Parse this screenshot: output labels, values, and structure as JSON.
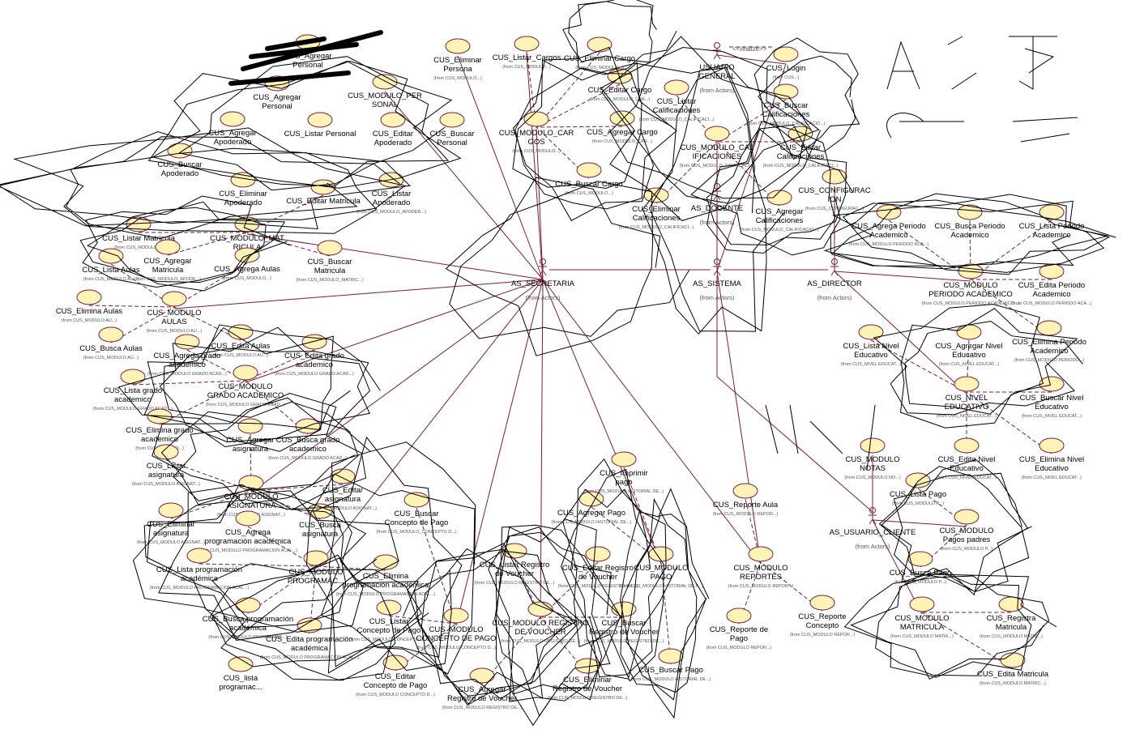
{
  "actors": {
    "secretaria": {
      "name": "AS_SECRETARIA",
      "from": "(from Actors)"
    },
    "sistema": {
      "name": "AS_SISTEMA",
      "from": "(from Actors)"
    },
    "director": {
      "name": "AS_DIRECTOR",
      "from": "(from Actors)"
    },
    "docente": {
      "name": "AS_DOCENTE",
      "from": "(from Actors)"
    },
    "usuario_general": {
      "name": "USUARIO GENERAL",
      "from": "(from Actors)"
    },
    "usuario_cliente": {
      "name": "AS_USUARIO_CLIENTE",
      "from": "(from Actors)"
    }
  },
  "stereotype": "<<realize>>",
  "use_cases": [
    {
      "id": "personal",
      "l1": "CUS_Agregar",
      "l2": "Personal",
      "from": ""
    },
    {
      "id": "eliminar_persona",
      "l1": "CUS_Eliminar",
      "l2": "Persona",
      "from": "(from CUS_MODULO...)"
    },
    {
      "id": "listar_cargos",
      "l1": "CUS_Listar_Cargos",
      "l2": "",
      "from": "(from CUS_MODULO...)"
    },
    {
      "id": "eliminar_cargo",
      "l1": "CUS_Eliminar Cargo",
      "l2": "",
      "from": "(from CUS_MODULO...)"
    },
    {
      "id": "editar_cargo",
      "l1": "CUS_Editar Cargo",
      "l2": "",
      "from": "(from CUS_MODULO_CAR...)"
    },
    {
      "id": "agregar_cargo",
      "l1": "CUS_Agregar Cargo",
      "l2": "",
      "from": "(from CUS_MODULO_CAR...)"
    },
    {
      "id": "modulo_cargos",
      "l1": "CUS_MODULO_CAR",
      "l2": "GOS",
      "from": "(from CUS_MODULO...)"
    },
    {
      "id": "buscar_cargo",
      "l1": "CUS_Buscar Cargo",
      "l2": "",
      "from": "(from CUS_MODULO...)"
    },
    {
      "id": "modulo_personal",
      "l1": "CUS_MODULO_PER",
      "l2": "SONAL",
      "from": ""
    },
    {
      "id": "agregar_personal2",
      "l1": "CUS_Agregar",
      "l2": "Personal",
      "from": ""
    },
    {
      "id": "agregar_apoderado",
      "l1": "CUS_Agregar",
      "l2": "Apoderado",
      "from": ""
    },
    {
      "id": "listar_personal",
      "l1": "CUS_Listar Personal",
      "l2": "",
      "from": ""
    },
    {
      "id": "editar_apoderado",
      "l1": "CUS_Editar",
      "l2": "Apoderado",
      "from": ""
    },
    {
      "id": "buscar_personal",
      "l1": "CUS_Buscar",
      "l2": "Personal",
      "from": ""
    },
    {
      "id": "buscar_apoderado",
      "l1": "CUS_Buscar",
      "l2": "Apoderado",
      "from": ""
    },
    {
      "id": "eliminar_apoderado",
      "l1": "CUS_Eliminar",
      "l2": "Apoderado",
      "from": ""
    },
    {
      "id": "editar_matricula_sec",
      "l1": "CUS_Editar Matricula",
      "l2": "",
      "from": ""
    },
    {
      "id": "listar_apoderado",
      "l1": "CUS_Listar",
      "l2": "Apoderado",
      "from": "(from CUS_MODULO_APODER...)"
    },
    {
      "id": "listar_matricula",
      "l1": "CUS_Listar Matricula",
      "l2": "",
      "from": "(from CUS_MODULO...)"
    },
    {
      "id": "modulo_matricula",
      "l1": "CUS_MODULO_MAT",
      "l2": "RICULA",
      "from": ""
    },
    {
      "id": "agregar_matricula",
      "l1": "CUS_Agregar",
      "l2": "Matricula",
      "from": "(from CUS_MODULO_APODE...)"
    },
    {
      "id": "agrega_aulas",
      "l1": "CUS_Agrega Aulas",
      "l2": "",
      "from": "(from CUS_MODULO...)"
    },
    {
      "id": "buscar_matricula",
      "l1": "CUS_Buscar",
      "l2": "Matricula",
      "from": "(from CUS_MODULO_MATRIC...)"
    },
    {
      "id": "lista_aulas",
      "l1": "CUS_Lista Aulas",
      "l2": "",
      "from": "(from CUS_MODULO AU...)"
    },
    {
      "id": "elimina_aulas",
      "l1": "CUS_Elimina Aulas",
      "l2": "",
      "from": "(from CUS_MODULO AU...)"
    },
    {
      "id": "modulo_aulas",
      "l1": "CUS_MODULO",
      "l2": "AULAS",
      "from": "(from CUS_MODULO AU...)"
    },
    {
      "id": "busca_aulas",
      "l1": "CUS_Busca Aulas",
      "l2": "",
      "from": "(from CUS_MODULO AU...)"
    },
    {
      "id": "edita_aulas",
      "l1": "CUS_Edita Aulas",
      "l2": "",
      "from": "(from CUS_MODULO AU...)"
    },
    {
      "id": "agrega_grado",
      "l1": "CUS_Agrega grado",
      "l2": "academico",
      "from": "(from CUS_MODULO GRADO ACAD...)"
    },
    {
      "id": "edita_grado",
      "l1": "CUS_Edita grado",
      "l2": "academico",
      "from": "(from CUS_MODULO GRADO ACAD...)"
    },
    {
      "id": "lista_grado",
      "l1": "CUS_Lista grado",
      "l2": "academico",
      "from": "(from CUS_MODULO GRADO ACAD...)"
    },
    {
      "id": "modulo_grado",
      "l1": "CUS_MODULO",
      "l2": "GRADO ACADEMICO",
      "from": "(from CUS_MODULO GRADO ACAD...)"
    },
    {
      "id": "elimina_grado",
      "l1": "CUS_Elimina grado",
      "l2": "academico",
      "from": "(from CUS_MODULO...)"
    },
    {
      "id": "busca_grado",
      "l1": "CUS_Busca grado",
      "l2": "academico",
      "from": "(from CUS_MODULO GRADO ACAD...)"
    },
    {
      "id": "agregar_asignatura",
      "l1": "CUS_Agregar",
      "l2": "asignatura",
      "from": ""
    },
    {
      "id": "listar_asignatura",
      "l1": "CUS_Listar",
      "l2": "asignatura",
      "from": "(from CUS_MODULO ASIGNAT...)"
    },
    {
      "id": "modulo_asignatura",
      "l1": "CUS_MODULO",
      "l2": "ASIGNATURA",
      "from": "(from CUS_MODULO ASIGNAT...)"
    },
    {
      "id": "editar_asignatura",
      "l1": "CUS_Editar",
      "l2": "asignatura",
      "from": "(from CUS_MODULO ASIGNAT...)"
    },
    {
      "id": "eliminar_asignatura",
      "l1": "CUS_Eliminar",
      "l2": "asignatura",
      "from": "(from CUS_MODULO ASIGNAT...)"
    },
    {
      "id": "agrega_prog",
      "l1": "CUS_Agrega",
      "l2": "programación académica",
      "from": "(from CUS_MODULO PROGRAMACION ACAL...)"
    },
    {
      "id": "busca_asignatura",
      "l1": "CUS_Busca",
      "l2": "asignatura",
      "from": ""
    },
    {
      "id": "lista_prog",
      "l1": "CUS_Lista programación",
      "l2": "académica",
      "from": "(from CUS_MODULO PROGRAMACION ACAL...)"
    },
    {
      "id": "modulo_prog",
      "l1": "CUS_MODULO",
      "l2": "PROGRAMAC...",
      "from": ""
    },
    {
      "id": "elimina_prog",
      "l1": "CUS_Elimina",
      "l2": "programación académica",
      "from": "(from CUS_MODULO PROGRAMACION ACAL...)"
    },
    {
      "id": "busca_prog",
      "l1": "CUS_Busca programación",
      "l2": "académica",
      "from": "(from CUS_MODULO PROGRAMAC...)"
    },
    {
      "id": "edita_prog",
      "l1": "CUS_Edita programación",
      "l2": "académica",
      "from": "(from CUS_MODULO PROGRAMACION ACAL...)"
    },
    {
      "id": "lista_prog2",
      "l1": "CUS_lista",
      "l2": "programac...",
      "from": ""
    },
    {
      "id": "buscar_concepto",
      "l1": "CUS_Buscar",
      "l2": "Concepto de Pago",
      "from": "(from CUS_MODULO_CONCEPTO D...)"
    },
    {
      "id": "listar_concepto",
      "l1": "CUS_Listar",
      "l2": "Concepto de Pago",
      "from": "(from CUS_MODULO CONCEPTO D...)"
    },
    {
      "id": "modulo_concepto",
      "l1": "CUS_MODULO",
      "l2": "CONCEPTO DE PAGO",
      "from": "(from CUS_MODULO CONCEPTO D...)"
    },
    {
      "id": "editar_concepto",
      "l1": "CUS_Editar",
      "l2": "Concepto de Pago",
      "from": "(from CUS_MODULO CONCEPTO D...)"
    },
    {
      "id": "listar_registro",
      "l1": "CUS_Listar Registro",
      "l2": "de Voucher",
      "from": "(from CUS_MODULO REGISTRO DE...)"
    },
    {
      "id": "editar_registro",
      "l1": "CUS_Editar Registro",
      "l2": "de Voucher",
      "from": "(from CUS_MODULO REGISTRO DE...)"
    },
    {
      "id": "modulo_registro",
      "l1": "CUS_MODULO REGISTRO",
      "l2": "DE VOUCHER",
      "from": "(from CUS_MODULO REGISTRO DE...)"
    },
    {
      "id": "buscar_registro",
      "l1": "CUS_Buscar",
      "l2": "Registro de Voucher",
      "from": "(from CUS_MODULO REGISTRO DE...)"
    },
    {
      "id": "agregar_registro",
      "l1": "CUS_Agregar",
      "l2": "Registro de Voucher",
      "from": "(from CUS_MODULO REGISTRO DE...)"
    },
    {
      "id": "eliminar_registro",
      "l1": "CUS_Eliminar",
      "l2": "Registro de Voucher",
      "from": "(from CUS_MODULO REGISTRO DE...)"
    },
    {
      "id": "imprimir_pago",
      "l1": "CUS_Imprimir",
      "l2": "pago",
      "from": "(from CUS_MODULO HISTORIAL DE...)"
    },
    {
      "id": "agregar_pago",
      "l1": "CUS_Agregar  Pago",
      "l2": "",
      "from": "(from CUS_MODULO HISTORIAL DE...)"
    },
    {
      "id": "modulo_pago",
      "l1": "CUS_MODULO",
      "l2": "PAGO",
      "from": "(from CUS_MODULO HISTORIAL DE P...)"
    },
    {
      "id": "buscar_pago",
      "l1": "CUS_Buscar Pago",
      "l2": "",
      "from": "(from CUS_MODULO HISTORIAL DE...)"
    },
    {
      "id": "reporte_aula",
      "l1": "CUS_Reporte Aula",
      "l2": "",
      "from": "(from CUS_MODULO REPOR...)"
    },
    {
      "id": "modulo_reportes",
      "l1": "CUS_MODULO",
      "l2": "REPORTES",
      "from": "(from CUS_MODULO REPOR...)"
    },
    {
      "id": "reporte_pago",
      "l1": "CUS_Reporte de",
      "l2": "Pago",
      "from": "(from CUS_MODULO REPOR...)"
    },
    {
      "id": "reporte_concepto",
      "l1": "CUS_Reporte",
      "l2": "Concepto",
      "from": "(from CUS_MODULO REPOR...)"
    },
    {
      "id": "login",
      "l1": "CUS_Login",
      "l2": "",
      "from": "(from CUS...)"
    },
    {
      "id": "listar_calif",
      "l1": "CUS_Listar",
      "l2": "Calificaciones",
      "from": "(from CUS_MODULO_CALIFICACI...)"
    },
    {
      "id": "buscar_calif",
      "l1": "CUS_Buscar",
      "l2": "Calificaciones",
      "from": "(from CUS_MODULO_CALIFICACIO...)"
    },
    {
      "id": "modulo_calif",
      "l1": "CUS_MODULO_CAL",
      "l2": "IFICACIONES",
      "from": "(from CUS_MODULO_CALIFICACI...)"
    },
    {
      "id": "editar_calif",
      "l1": "CUS_Editar",
      "l2": "Calificaciones",
      "from": "(from CUS_MODULO_CALIFICACI...)"
    },
    {
      "id": "configuracion",
      "l1": "CUS_CONFIGURAC",
      "l2": "ION",
      "from": "(from CUS_CONFIGURAC...)"
    },
    {
      "id": "eliminar_calif",
      "l1": "CUS_Eliminar",
      "l2": "Calificaciones",
      "from": "(from CUS_MODULO_CALIFICACI...)"
    },
    {
      "id": "agregar_calif",
      "l1": "CUS_Agregar",
      "l2": "Calificaciones",
      "from": "(from CUS_MODULO_CALIFICACIO...)"
    },
    {
      "id": "agrega_periodo",
      "l1": "CUS_Agrega Periodo",
      "l2": "Academico",
      "from": "(from CUS_MODULO PERIODO ACA...)"
    },
    {
      "id": "busca_periodo",
      "l1": "CUS_Busca Periodo",
      "l2": "Academico",
      "from": ""
    },
    {
      "id": "lista_periodo",
      "l1": "CUS_Lista Periodo",
      "l2": "Academico",
      "from": ""
    },
    {
      "id": "modulo_periodo",
      "l1": "CUS_MODULO",
      "l2": "PERIODO ACADEMICO",
      "from": "(from CUS_MODULO PERIODO ACADEMICO...)"
    },
    {
      "id": "edita_periodo",
      "l1": "CUS_Edita Periodo",
      "l2": "Academico",
      "from": "(from CUS_MODULO PERIODO ACA...)"
    },
    {
      "id": "lista_nivel",
      "l1": "CUS_Lista Nivel",
      "l2": "Educativo",
      "from": "(from CUS_NIVEL EDUCAT...)"
    },
    {
      "id": "agregar_nivel",
      "l1": "CUS_Agregar Nivel",
      "l2": "Educativo",
      "from": "(from CUS_NIVEL EDUCAT...)"
    },
    {
      "id": "elimina_periodo",
      "l1": "CUS_Elimina Periodo",
      "l2": "Academico",
      "from": "(from CUS_MODULO PERIODO...)"
    },
    {
      "id": "nivel_educativo",
      "l1": "CUS_NIVEL",
      "l2": "EDUCATIVO",
      "from": "(from CUS_NIVEL EDUCAT...)"
    },
    {
      "id": "buscar_nivel",
      "l1": "CUS_Buscar Nivel",
      "l2": "Educativo",
      "from": "(from CUS_NIVEL EDUCAT...)"
    },
    {
      "id": "edita_nivel",
      "l1": "CUS_Edita Nivel",
      "l2": "Educativo",
      "from": "(from CUS_NIVEL EDUCAT...)"
    },
    {
      "id": "elimina_nivel",
      "l1": "CUS_Elimina Nivel",
      "l2": "Educativo",
      "from": "(from CUS_NIVEL EDUCAT...)"
    },
    {
      "id": "modulo_notas",
      "l1": "CUS_MODULO",
      "l2": "NOTAS",
      "from": "(from CUS_MODULO NO...)"
    },
    {
      "id": "lista_pago",
      "l1": "CUS_Lista Pago",
      "l2": "",
      "from": "(from CUS_MODULO P...)"
    },
    {
      "id": "modulo_pagos_padres",
      "l1": "CUS_MODULO",
      "l2": "Pagos padres",
      "from": "(from CUS_MODULO P...)"
    },
    {
      "id": "busca_pago",
      "l1": "CUS_Busca Pago",
      "l2": "",
      "from": "(from CUS_MODULO P...)"
    },
    {
      "id": "modulo_matricula_cli",
      "l1": "CUS_MODULO",
      "l2": "MATRICULA",
      "from": "(from CUS_MODULO MATRI...)"
    },
    {
      "id": "registra_matricula",
      "l1": "CUS_Registra",
      "l2": "Matricula",
      "from": "(from CUS_MODULO MATRI...)"
    },
    {
      "id": "edita_matricula",
      "l1": "CUS_Edita Matricula",
      "l2": "",
      "from": "(from CUS_MODULO MATRIC...)"
    }
  ]
}
